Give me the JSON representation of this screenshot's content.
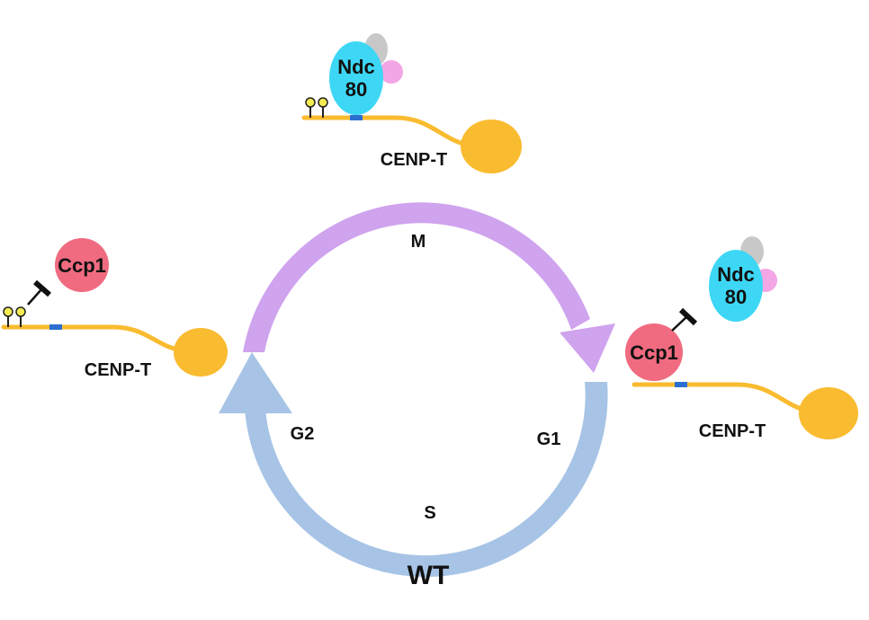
{
  "cycle": {
    "phases": {
      "m": "M",
      "g1": "G1",
      "s": "S",
      "g2": "G2"
    },
    "genotype": "WT"
  },
  "top_state": {
    "ndc80_line1": "Ndc",
    "ndc80_line2": "80",
    "cenp_label": "CENP-T"
  },
  "left_state": {
    "ccp1_label": "Ccp1",
    "cenp_label": "CENP-T"
  },
  "right_state": {
    "ccp1_label": "Ccp1",
    "ndc80_line1": "Ndc",
    "ndc80_line2": "80",
    "cenp_label": "CENP-T"
  },
  "colors": {
    "m_arrow": "#cfa3ee",
    "interphase_arrow": "#a7c4e6",
    "cenp_t": "#f9bb2f",
    "ndc80": "#3dd7f5",
    "ccp1": "#f06b80",
    "pink_subunit": "#f3a6e6",
    "grey_subunit": "#c8c8c8",
    "binding_site": "#2d6fd1",
    "phospho": "#f4ec52"
  }
}
